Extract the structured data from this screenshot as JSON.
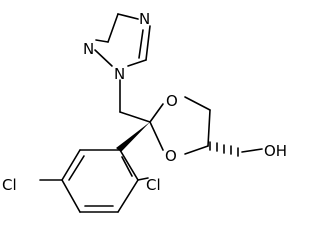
{
  "molecule": {
    "atoms": {
      "n_top": "N",
      "n_left": "N",
      "n_link": "N",
      "o_upper": "O",
      "o_lower": "O",
      "oh": "OH",
      "cl_left": "Cl",
      "cl_right": "Cl"
    },
    "bond_color": "#000000",
    "background_color": "#ffffff"
  }
}
